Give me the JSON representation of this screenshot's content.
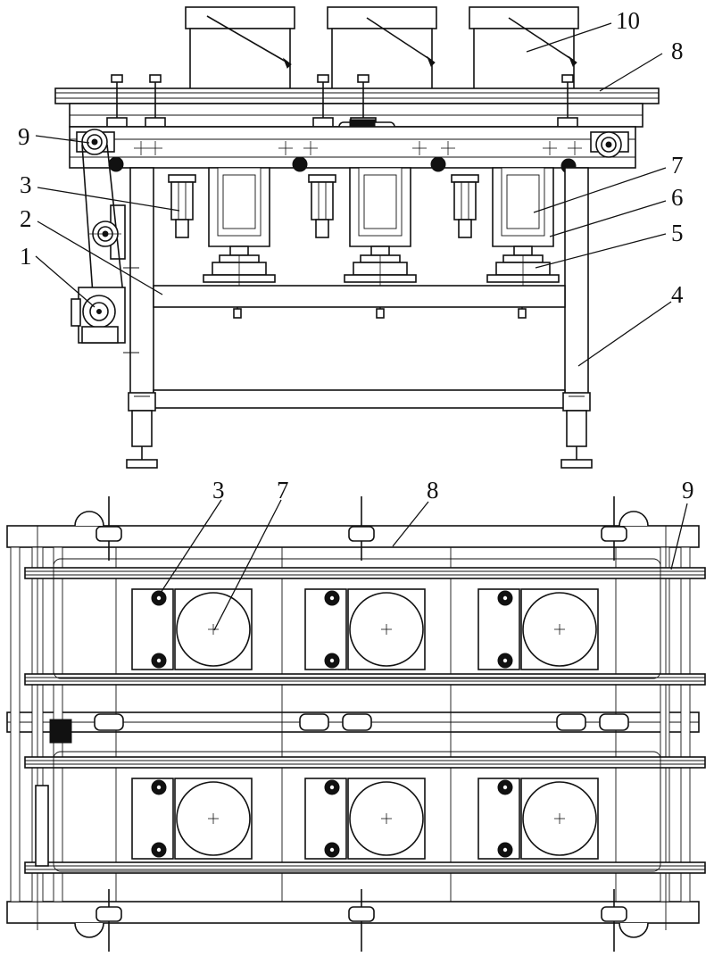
{
  "labels": {
    "l1": "1",
    "l2": "2",
    "l3": "3",
    "l4": "4",
    "l5": "5",
    "l6": "6",
    "l7": "7",
    "l8": "8",
    "l9": "9",
    "l10": "10",
    "plan_l3": "3",
    "plan_l7": "7",
    "plan_l8": "8",
    "plan_l9": "9"
  }
}
